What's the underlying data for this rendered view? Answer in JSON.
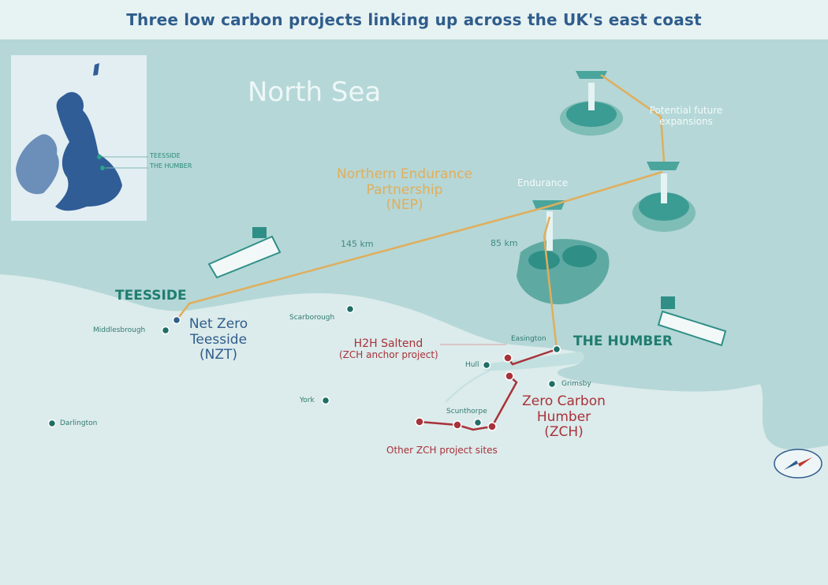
{
  "title": "Three low carbon projects linking up across the UK's east coast",
  "sea_label": "North Sea",
  "inset": {
    "teesside": "TEESSIDE",
    "humber": "THE HUMBER"
  },
  "nep": {
    "line1": "Northern Endurance",
    "line2": "Partnership",
    "line3": "(NEP)"
  },
  "endurance": "Endurance",
  "future": {
    "line1": "Potential future",
    "line2": "expansions"
  },
  "distances": {
    "teesside": "145 km",
    "humber": "85 km"
  },
  "hubs": {
    "teesside": "TEESSIDE",
    "humber": "THE HUMBER"
  },
  "nzt": {
    "line1": "Net Zero",
    "line2": "Teesside",
    "line3": "(NZT)"
  },
  "towns": {
    "middlesbrough": "Middlesbrough",
    "scarborough": "Scarborough",
    "easington": "Easington",
    "hull": "Hull",
    "grimsby": "Grimsby",
    "york": "York",
    "scunthorpe": "Scunthorpe",
    "darlington": "Darlington"
  },
  "h2h": {
    "line1": "H2H Saltend",
    "line2": "(ZCH anchor project)"
  },
  "zch": {
    "line1": "Zero Carbon",
    "line2": "Humber",
    "line3": "(ZCH)",
    "other_sites": "Other ZCH project sites"
  },
  "colors": {
    "sea": "#b5d7d7",
    "land": "#dcebeb",
    "pipeline": "#e0ae5c",
    "teal": "#1f7d70",
    "red": "#a8323a",
    "navy": "#2f5d8c"
  }
}
